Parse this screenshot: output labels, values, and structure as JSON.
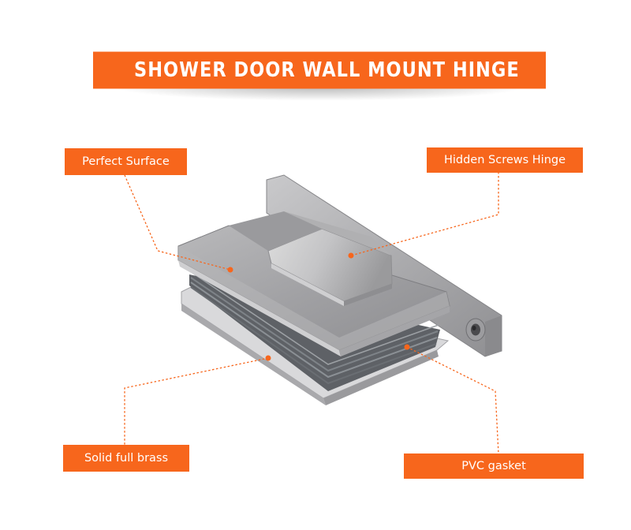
{
  "title": "SHOWER DOOR WALL MOUNT HINGE",
  "callouts": {
    "perfect_surface": "Perfect Surface",
    "hidden_screws": "Hidden Screws Hinge",
    "solid_brass": "Solid full brass",
    "pvc_gasket": "PVC gasket"
  },
  "colors": {
    "accent": "#f7661c",
    "metal": "#a8a8aa"
  }
}
